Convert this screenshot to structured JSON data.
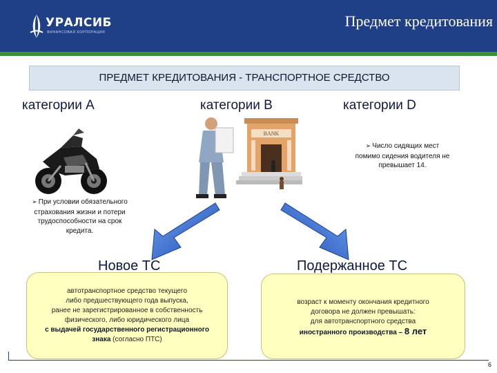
{
  "header": {
    "logo_name": "УРАЛСИБ",
    "logo_sub": "ФИНАНСОВАЯ КОРПОРАЦИЯ",
    "title": "Предмет кредитования"
  },
  "banner": "ПРЕДМЕТ КРЕДИТОВАНИЯ - ТРАНСПОРТНОЕ СРЕДСТВО",
  "categories": {
    "a": "категории А",
    "b": "категории В",
    "d": "категории D"
  },
  "scene_sign": "BANK",
  "notes": {
    "d": {
      "line1": "Число сидящих мест",
      "line2": "помимо сидения водителя не",
      "line3": "превышает 14."
    },
    "a": {
      "line1": "При условии обязательного",
      "line2": "страхования жизни и потери",
      "line3": "трудоспособности на срок",
      "line4": "кредита."
    }
  },
  "new_vehicle": {
    "heading": "Новое ТС",
    "line1": "автотранспортное средство текущего",
    "line2": "либо предшествующего года выпуска,",
    "line3": "ранее не зарегистрированное в собственность",
    "line4": "физического, либо юридического лица",
    "line5": "с выдачей государственного регистрационного",
    "line6_bold": "знака",
    "line6_rest": " (согласно ПТС)"
  },
  "used_vehicle": {
    "heading": "Подержанное ТС",
    "line1": "возраст к моменту окончания кредитного",
    "line2": "договора не должен превышать:",
    "line3": "для автотранспортного средства",
    "line4": "иностранного производства – ",
    "term": "8 лет"
  },
  "footer": {
    "page_number": "6"
  },
  "colors": {
    "header_blue": "#1f3f87",
    "stripe_green": "#3d8f3a",
    "banner_bg": "#d9e4ee",
    "box_yellow": "#ffffbf",
    "arrow_blue": "#2f67c8"
  }
}
